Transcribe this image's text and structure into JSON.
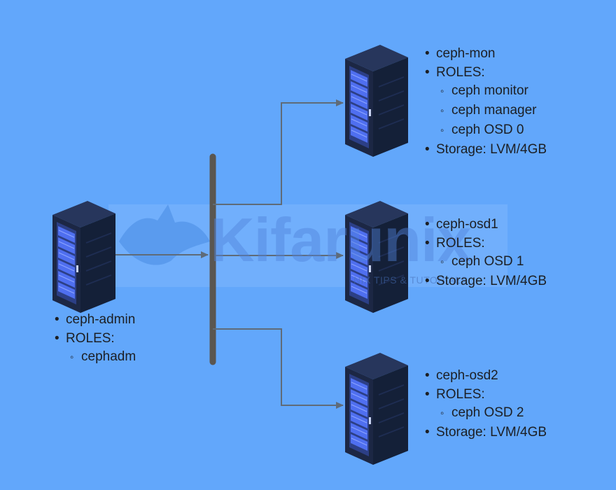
{
  "watermark": {
    "brand": "Kifarunix",
    "tagline": "NIX TIPS & TUTORIALS"
  },
  "nodes": {
    "admin": {
      "hostname": "ceph-admin",
      "roles_label": "ROLES:",
      "roles": [
        "cephadm"
      ]
    },
    "mon": {
      "hostname": "ceph-mon",
      "roles_label": "ROLES:",
      "roles": [
        "ceph monitor",
        "ceph manager",
        "ceph OSD 0"
      ],
      "storage": "Storage: LVM/4GB"
    },
    "osd1": {
      "hostname": "ceph-osd1",
      "roles_label": "ROLES:",
      "roles": [
        "ceph OSD 1"
      ],
      "storage": "Storage: LVM/4GB"
    },
    "osd2": {
      "hostname": "ceph-osd2",
      "roles_label": "ROLES:",
      "roles": [
        "ceph OSD 2"
      ],
      "storage": "Storage: LVM/4GB"
    }
  },
  "colors": {
    "background": "#62a7fb",
    "connector": "#5f6b78",
    "bus": "#5a5650",
    "server_dark": "#1c2744",
    "server_side": "#142038",
    "server_panel": "#3a5bd8",
    "text": "#1c1f24"
  }
}
